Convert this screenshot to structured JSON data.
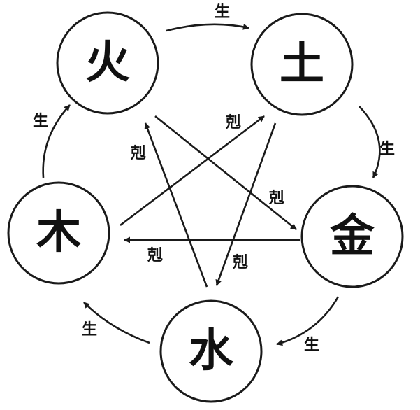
{
  "diagram": {
    "nodes": {
      "fire": {
        "char": "火"
      },
      "earth": {
        "char": "土"
      },
      "metal": {
        "char": "金"
      },
      "water": {
        "char": "水"
      },
      "wood": {
        "char": "木"
      }
    },
    "generate_label": "生",
    "overcome_label": "剋",
    "generate_cycle": [
      "wood",
      "fire",
      "earth",
      "metal",
      "water"
    ],
    "overcome_cycle": [
      "fire",
      "metal",
      "wood",
      "earth",
      "water"
    ],
    "colors": {
      "ink": "#1a1a1a",
      "background": "#ffffff"
    }
  }
}
